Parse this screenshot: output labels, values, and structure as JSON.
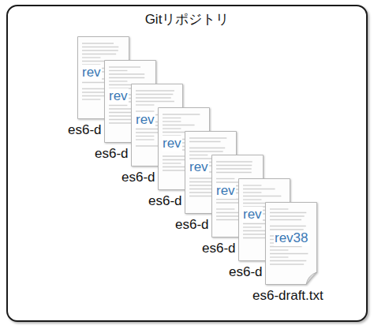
{
  "diagram": {
    "nodes": [
      {
        "text": [
          "Gitリポジトリ"
        ]
      },
      {
        "text": [
          "rev",
          "es6-d"
        ],
        "in": 0
      },
      {
        "text": [
          "rev",
          "es6-d"
        ],
        "in": 0
      },
      {
        "text": [
          "rev",
          "es6-d"
        ],
        "in": 0
      },
      {
        "text": [
          "rev",
          "es6-d"
        ],
        "in": 0
      },
      {
        "text": [
          "rev",
          "es6-d"
        ],
        "in": 0
      },
      {
        "text": [
          "rev",
          "es6-d"
        ],
        "in": 0
      },
      {
        "text": [
          "rev",
          "es6-d"
        ],
        "in": 0
      },
      {
        "text": [
          "rev38",
          "es6-draft.txt"
        ],
        "in": 0
      }
    ]
  }
}
